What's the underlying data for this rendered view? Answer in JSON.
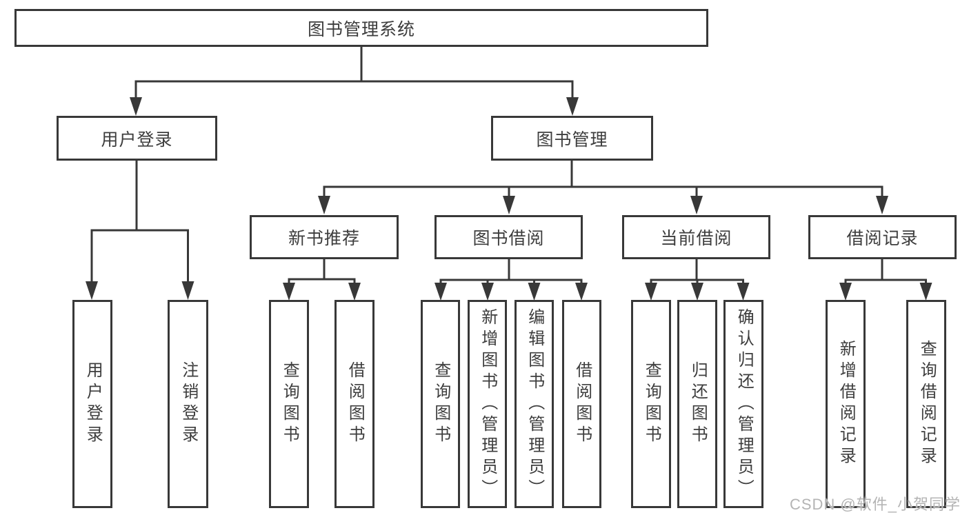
{
  "root": {
    "label": "图书管理系统"
  },
  "user_login": {
    "label": "用户登录",
    "children": [
      {
        "label": "用户登录"
      },
      {
        "label": "注销登录"
      }
    ]
  },
  "book_management": {
    "label": "图书管理",
    "children": [
      {
        "label": "新书推荐",
        "children": [
          {
            "label": "查询图书"
          },
          {
            "label": "借阅图书"
          }
        ]
      },
      {
        "label": "图书借阅",
        "children": [
          {
            "label": "查询图书"
          },
          {
            "label": "新增图书（管理员）"
          },
          {
            "label": "编辑图书（管理员）"
          },
          {
            "label": "借阅图书"
          }
        ]
      },
      {
        "label": "当前借阅",
        "children": [
          {
            "label": "查询图书"
          },
          {
            "label": "归还图书"
          },
          {
            "label": "确认归还（管理员）"
          }
        ]
      },
      {
        "label": "借阅记录",
        "children": [
          {
            "label": "新增借阅记录"
          },
          {
            "label": "查询借阅记录"
          }
        ]
      }
    ]
  },
  "watermark": {
    "text": "CSDN @软件_小贺同学"
  },
  "colors": {
    "line": "#383838",
    "text": "#3d3d3d",
    "background": "#ffffff",
    "watermark": "#b4b4b4"
  }
}
